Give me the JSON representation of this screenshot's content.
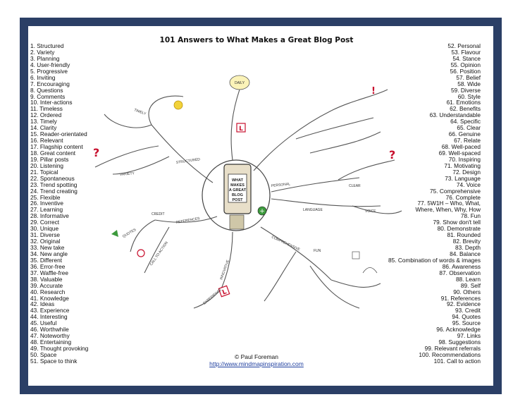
{
  "title": "101 Answers to What Makes a Great Blog Post",
  "left_list": [
    "1. Structured",
    "2. Variety",
    "3. Planning",
    "4. User-friendly",
    "5. Progressive",
    "6. Inviting",
    "7. Encouraging",
    "8. Questions",
    "9. Comments",
    "10. Inter-actions",
    "11. Timeless",
    "12. Ordered",
    "13. Timely",
    "14. Clarity",
    "15. Reader-orientated",
    "16. Relevant",
    "17. Flagship content",
    "18. Great content",
    "19. Pillar posts",
    "20. Listening",
    "21. Topical",
    "22. Spontaneous",
    "23. Trend spotting",
    "24. Trend creating",
    "25. Flexible",
    "26. Inventive",
    "27. Learning",
    "28. Informative",
    "29. Correct",
    "30. Unique",
    "31. Diverse",
    "32. Original",
    "33. New take",
    "34. New angle",
    "35. Different",
    "36. Error-free",
    "37. Waffle-free",
    "38. Valuable",
    "39. Accurate",
    "40. Research",
    "41. Knowledge",
    "42. Ideas",
    "43. Experience",
    "44. Interesting",
    "45. Useful",
    "46. Worthwhile",
    "47. Noteworthy",
    "48. Entertaining",
    "49. Thought provoking",
    "50. Space",
    "51. Space to think"
  ],
  "right_list": [
    "52. Personal",
    "53. Flavour",
    "54. Stance",
    "55. Opinion",
    "56. Position",
    "57. Belief",
    "58. Wide",
    "59. Diverse",
    "60. Style",
    "61. Emotions",
    "62. Benefits",
    "63. Understandable",
    "64. Specific",
    "65. Clear",
    "66. Genuine",
    "67. Relate",
    "68. Well-paced",
    "69. Well-spaced",
    "70. Inspiring",
    "71. Motivating",
    "72. Design",
    "73. Language",
    "74. Voice",
    "75. Comprehensive",
    "76. Complete",
    "77. 5W1H – Who, What,",
    "Where, When, Why, How",
    "78. Fun",
    "79. Show don't tell",
    "80. Demonstrate",
    "81. Rounded",
    "82. Brevity",
    "83. Depth",
    "84. Balance",
    "85. Combination of words & images",
    "86. Awareness",
    "87. Observation",
    "88. Learn",
    "89. Self",
    "90. Others",
    "91. References",
    "92. Evidence",
    "93. Credit",
    "94. Quotes",
    "95. Source",
    "96. Acknowledge",
    "97. Links",
    "98. Suggestions",
    "99. Relevant referrals",
    "100. Recommendations",
    "101. Call to action"
  ],
  "center": {
    "line1": "WHAT",
    "line2": "MAKES",
    "line3": "A GREAT",
    "line4": "BLOG",
    "line5": "POST"
  },
  "map_words": {
    "structured": "STRUCTURED",
    "timely": "TIMELY",
    "variety": "VARIETY",
    "daily": "DAILY",
    "personal": "PERSONAL",
    "clear": "CLEAR",
    "language": "LANGUAGE",
    "voice": "VOICE",
    "comprehensive": "COMPREHENSIVE",
    "fun": "FUN",
    "references": "REFERENCES",
    "quotes": "QUOTES",
    "credit": "CREDIT",
    "call_to_action": "CALL TO ACTION",
    "experience": "EXPERIENCE",
    "innovative": "INNOVATIVE"
  },
  "credit": {
    "name": "© Paul Foreman",
    "url": "http://www.mindmapinspiration.com"
  },
  "colors": {
    "frame": "#2b3f66",
    "accent_red": "#c8102e",
    "accent_green": "#3c9a3c",
    "sun": "#f2d23a"
  }
}
